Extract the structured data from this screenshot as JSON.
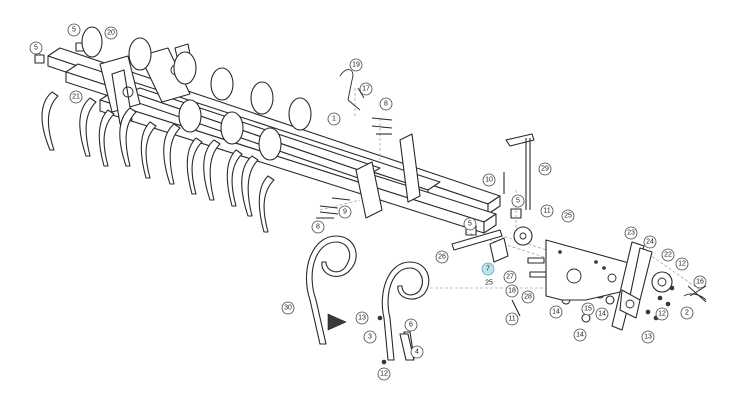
{
  "diagram": {
    "highlight_color": "#bfe3ea",
    "callouts": [
      {
        "id": "c5a",
        "label": "5"
      },
      {
        "id": "c5b",
        "label": "5"
      },
      {
        "id": "c20",
        "label": "20"
      },
      {
        "id": "c21",
        "label": "21"
      },
      {
        "id": "c19",
        "label": "19"
      },
      {
        "id": "c17",
        "label": "17"
      },
      {
        "id": "c1",
        "label": "1"
      },
      {
        "id": "c8a",
        "label": "8"
      },
      {
        "id": "c10",
        "label": "10"
      },
      {
        "id": "c29",
        "label": "29"
      },
      {
        "id": "c9",
        "label": "9"
      },
      {
        "id": "c8b",
        "label": "8"
      },
      {
        "id": "c5c",
        "label": "5"
      },
      {
        "id": "c5d",
        "label": "5"
      },
      {
        "id": "c11a",
        "label": "11"
      },
      {
        "id": "c25a",
        "label": "25"
      },
      {
        "id": "c26",
        "label": "26"
      },
      {
        "id": "c7",
        "label": "7",
        "highlight": true
      },
      {
        "id": "c25b",
        "label": "25"
      },
      {
        "id": "c27",
        "label": "27"
      },
      {
        "id": "c18",
        "label": "18"
      },
      {
        "id": "c28",
        "label": "28"
      },
      {
        "id": "c11b",
        "label": "11"
      },
      {
        "id": "c23",
        "label": "23"
      },
      {
        "id": "c24",
        "label": "24"
      },
      {
        "id": "c22",
        "label": "22"
      },
      {
        "id": "c12a",
        "label": "12"
      },
      {
        "id": "c16",
        "label": "16"
      },
      {
        "id": "c2",
        "label": "2"
      },
      {
        "id": "c12b",
        "label": "12"
      },
      {
        "id": "c13a",
        "label": "13"
      },
      {
        "id": "c15",
        "label": "15"
      },
      {
        "id": "c14a",
        "label": "14"
      },
      {
        "id": "c14b",
        "label": "14"
      },
      {
        "id": "c14c",
        "label": "14"
      },
      {
        "id": "c30",
        "label": "30"
      },
      {
        "id": "c13b",
        "label": "13"
      },
      {
        "id": "c6",
        "label": "6"
      },
      {
        "id": "c3",
        "label": "3"
      },
      {
        "id": "c4",
        "label": "4"
      },
      {
        "id": "c12c",
        "label": "12"
      }
    ]
  }
}
